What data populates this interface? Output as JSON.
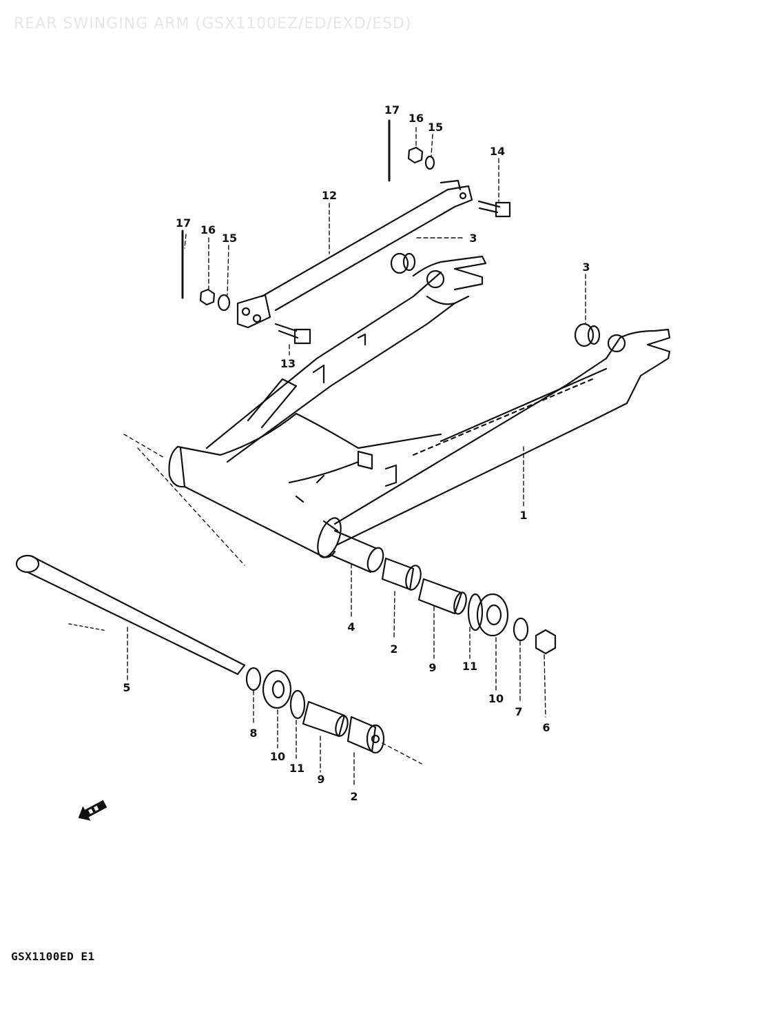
{
  "title": "REAR SWINGING ARM (GSX1100EZ/ED/EXD/ESD)",
  "model_code": "GSX1100ED E1",
  "labels": {
    "l1": "1",
    "l2a": "2",
    "l2b": "2",
    "l3a": "3",
    "l3b": "3",
    "l4": "4",
    "l5": "5",
    "l6": "6",
    "l7": "7",
    "l8": "8",
    "l9a": "9",
    "l9b": "9",
    "l10a": "10",
    "l10b": "10",
    "l11a": "11",
    "l11b": "11",
    "l12": "12",
    "l13": "13",
    "l14": "14",
    "l15a": "15",
    "l15b": "15",
    "l16a": "16",
    "l16b": "16",
    "l17a": "17",
    "l17b": "17"
  },
  "icons": {
    "direction": "front-direction-arrow-icon"
  }
}
